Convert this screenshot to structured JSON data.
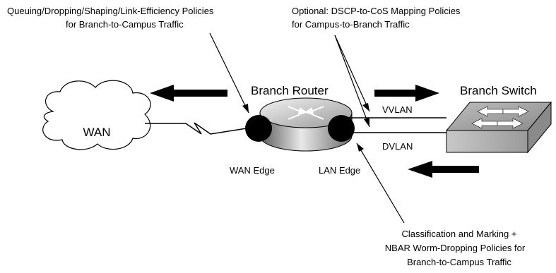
{
  "callouts": {
    "wan_policies": {
      "line1": "Queuing/Dropping/Shaping/Link-Efficiency Policies",
      "line2": "for Branch-to-Campus Traffic"
    },
    "dscp_mapping": {
      "line1": "Optional: DSCP-to-CoS Mapping Policies",
      "line2": "for Campus-to-Branch Traffic"
    },
    "classification": {
      "line1": "Classification and Marking  +",
      "line2": "NBAR Worm-Dropping Policies for",
      "line3": "Branch-to-Campus Traffic"
    }
  },
  "nodes": {
    "wan": "WAN",
    "router": "Branch Router",
    "switch": "Branch Switch"
  },
  "interfaces": {
    "wan_edge": "WAN Edge",
    "lan_edge": "LAN Edge"
  },
  "links": {
    "vvlan": "VVLAN",
    "dvlan": "DVLAN"
  }
}
